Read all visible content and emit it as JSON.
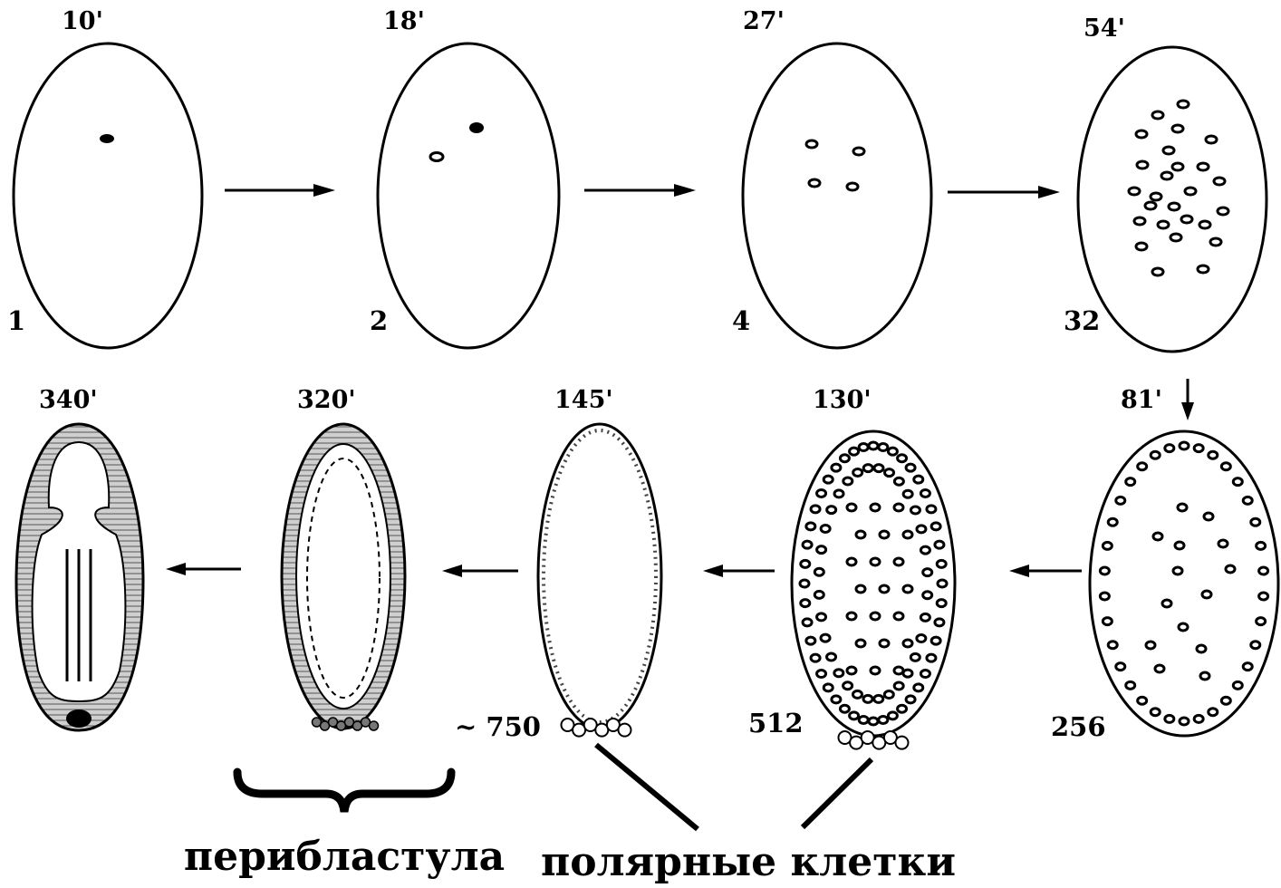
{
  "stages": [
    {
      "id": "s1",
      "time": "10'",
      "count": "1"
    },
    {
      "id": "s2",
      "time": "18'",
      "count": "2"
    },
    {
      "id": "s3",
      "time": "27'",
      "count": "4"
    },
    {
      "id": "s4",
      "time": "54'",
      "count": "32"
    },
    {
      "id": "s5",
      "time": "81'",
      "count": "256"
    },
    {
      "id": "s6",
      "time": "130'",
      "count": "512"
    },
    {
      "id": "s7",
      "time": "145'",
      "count": "~ 750"
    },
    {
      "id": "s8",
      "time": "320'",
      "count": ""
    },
    {
      "id": "s9",
      "time": "340'",
      "count": ""
    }
  ],
  "labels": {
    "periblastula": "периб­ластула",
    "polar_cells": "полярные клетки"
  },
  "colors": {
    "ink": "#000000",
    "background": "#ffffff",
    "cell_fill": "#bdbdbd"
  }
}
